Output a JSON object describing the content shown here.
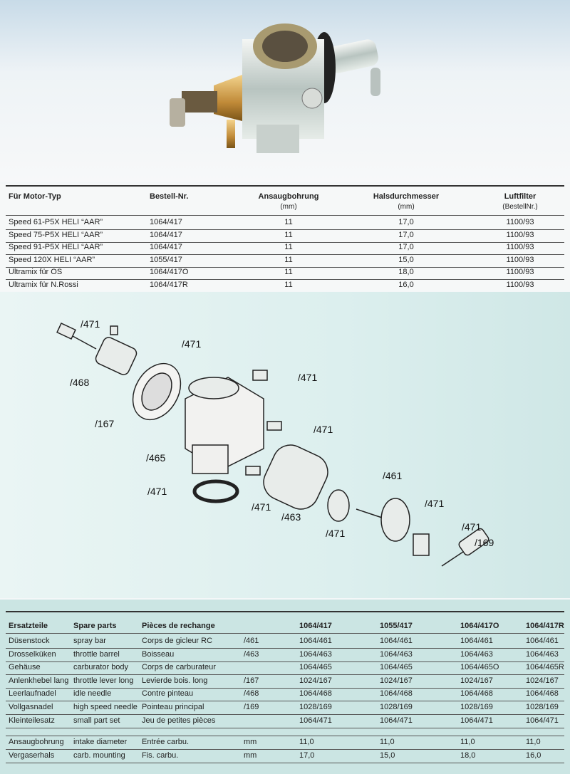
{
  "spec_table": {
    "headers": [
      "Für Motor-Typ",
      "Bestell-Nr.",
      "Ansaugbohrung",
      "Halsdurchmesser",
      "Luftfilter"
    ],
    "subheaders": [
      "(mm)",
      "(mm)",
      "(BestellNr.)"
    ],
    "rows": [
      [
        "Speed  61-P5X HELI “AAR”",
        "1064/417",
        "11",
        "17,0",
        "1100/93"
      ],
      [
        "Speed  75-P5X HELI “AAR”",
        "1064/417",
        "11",
        "17,0",
        "1100/93"
      ],
      [
        "Speed 91-P5X HELI “AAR”",
        "1064/417",
        "11",
        "17,0",
        "1100/93"
      ],
      [
        "Speed 120X HELI “AAR”",
        "1055/417",
        "11",
        "15,0",
        "1100/93"
      ],
      [
        "Ultramix für OS",
        "1064/417O",
        "11",
        "18,0",
        "1100/93"
      ],
      [
        "Ultramix für N.Rossi",
        "1064/417R",
        "11",
        "16,0",
        "1100/93"
      ]
    ]
  },
  "diagram": {
    "labels": [
      "/471",
      "/471",
      "/468",
      "/167",
      "/471",
      "/471",
      "/465",
      "/471",
      "/471",
      "/463",
      "/471",
      "/461",
      "/471",
      "/471",
      "/169"
    ]
  },
  "parts_table": {
    "headers": [
      "Ersatzteile",
      "Spare parts",
      "Pièces de rechange",
      "",
      "1064/417",
      "1055/417",
      "1064/417O",
      "1064/417R"
    ],
    "rows": [
      [
        "Düsenstock",
        "spray bar",
        "Corps de gicleur RC",
        "/461",
        "1064/461",
        "1064/461",
        "1064/461",
        "1064/461"
      ],
      [
        "Drosselküken",
        "throttle barrel",
        "Boisseau",
        "/463",
        "1064/463",
        "1064/463",
        "1064/463",
        "1064/463"
      ],
      [
        "Gehäuse",
        "carburator body",
        "Corps de carburateur",
        "",
        "1064/465",
        "1064/465",
        "1064/465O",
        "1064/465R"
      ],
      [
        "Anlenkhebel lang",
        "throttle lever long",
        "Levierde bois. long",
        "/167",
        "1024/167",
        "1024/167",
        "1024/167",
        "1024/167"
      ],
      [
        "Leerlaufnadel",
        "idle needle",
        "Contre pinteau",
        "/468",
        "1064/468",
        "1064/468",
        "1064/468",
        "1064/468"
      ],
      [
        "Vollgasnadel",
        "high speed needle",
        "Pointeau principal",
        "/169",
        "1028/169",
        "1028/169",
        "1028/169",
        "1028/169"
      ],
      [
        "Kleinteilesatz",
        "small part set",
        "Jeu de petites pièces",
        "",
        "1064/471",
        "1064/471",
        "1064/471",
        "1064/471"
      ]
    ],
    "dim_rows": [
      [
        "Ansaugbohrung",
        "intake diameter",
        "Entrée carbu.",
        "mm",
        "11,0",
        "11,0",
        "11,0",
        "11,0"
      ],
      [
        "Vergaserhals",
        "carb. mounting",
        "Fis. carbu.",
        "mm",
        "17,0",
        "15,0",
        "18,0",
        "16,0"
      ]
    ]
  }
}
